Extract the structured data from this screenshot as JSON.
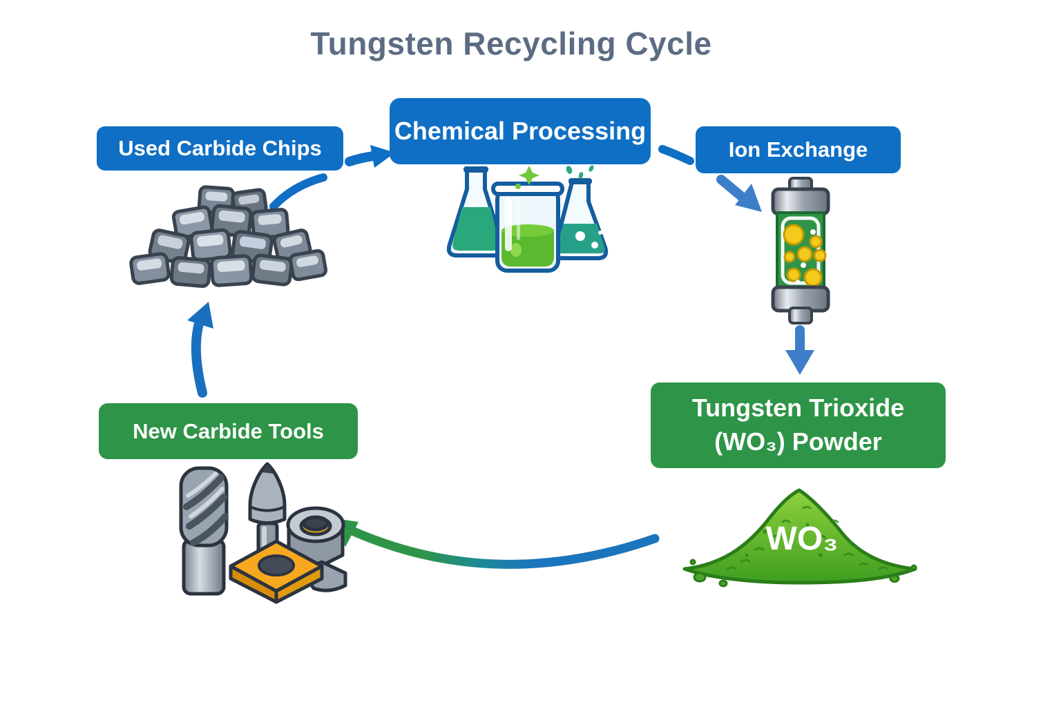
{
  "title": "Tungsten Recycling Cycle",
  "nodes": {
    "used_chips": {
      "label": "Used Carbide Chips"
    },
    "chemical": {
      "label": "Chemical Processing"
    },
    "ion_exchange": {
      "label": "Ion Exchange"
    },
    "wo3": {
      "label_line1": "Tungsten Trioxide",
      "label_line2": "(WO₃) Powder"
    },
    "new_tools": {
      "label": "New Carbide Tools"
    }
  },
  "powder_label": "WO₃",
  "icons": {
    "chips": "carbide-chips-pile-icon",
    "beakers": "chemistry-glassware-icon",
    "column": "ion-exchange-column-icon",
    "powder": "wo3-powder-pile-icon",
    "tools": "carbide-tools-icon"
  },
  "colors": {
    "node_blue": "#0f6fc4",
    "node_green": "#2e9447",
    "title_color": "#5c6c83",
    "arrow_blue": "#1b75bc",
    "arrow_blue_light": "#3d7ec9",
    "arrow_green": "#2e9447",
    "liquid_green": "#5cb82e",
    "liquid_teal": "#29a87c",
    "bead_yellow": "#f5ca1f",
    "insert_orange": "#f6a81f",
    "metal_gray": "#9aa4b0"
  }
}
